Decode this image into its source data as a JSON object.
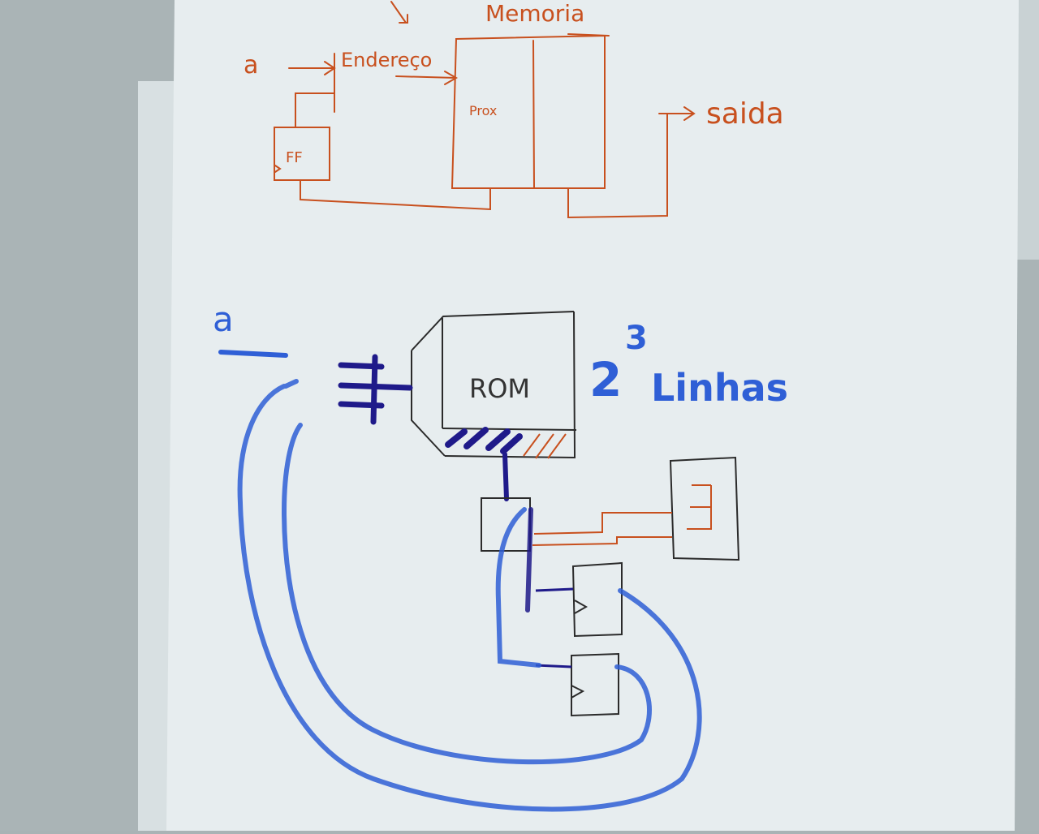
{
  "top_diagram": {
    "memory_label": "Memoria",
    "input_label": "a",
    "address_label": "Endereço",
    "prox_label": "Prox",
    "ff_label": "FF",
    "output_label": "saida"
  },
  "bottom_diagram": {
    "input_label": "a",
    "rom_label": "ROM",
    "base": "2",
    "exponent": "3",
    "lines_label": "Linhas"
  },
  "colors": {
    "orange_ink": "#c8501e",
    "blue_ink": "#2f5fd6",
    "dark_blue_ink": "#1f1a8a",
    "black_ink": "#2b2b2b",
    "paper": "#e8eef0"
  }
}
